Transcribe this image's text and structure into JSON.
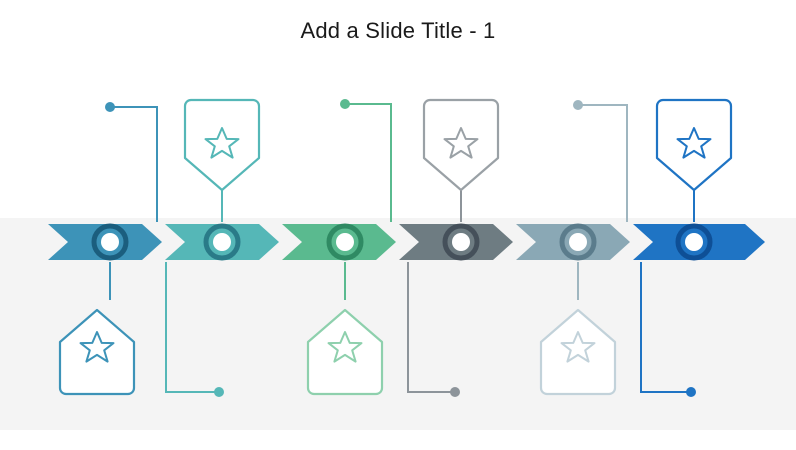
{
  "slide": {
    "title": "Add a Slide Title - 1",
    "background_color": "#ffffff",
    "band_color": "#f4f4f4"
  },
  "chart_data": {
    "type": "diagram",
    "title": "Add a Slide Title - 1",
    "description": "Six-step horizontal chevron timeline with alternating pentagon/shield callout shapes containing star icons, connected by elbow leader lines with round endpoint dots.",
    "steps": [
      {
        "index": 1,
        "color": "#3d93b8",
        "chevron_label": "",
        "callout_position": "below",
        "callout_icon": "star-icon",
        "leader_dot_position": "above-left"
      },
      {
        "index": 2,
        "color": "#55b7b7",
        "chevron_label": "",
        "callout_position": "above",
        "callout_icon": "star-icon",
        "leader_dot_position": "below-left"
      },
      {
        "index": 3,
        "color": "#5aba8f",
        "chevron_label": "",
        "callout_position": "below",
        "callout_icon": "star-icon",
        "leader_dot_position": "above-left"
      },
      {
        "index": 4,
        "color": "#6e7c82",
        "chevron_label": "",
        "callout_position": "above",
        "callout_icon": "star-icon",
        "leader_dot_position": "below-left"
      },
      {
        "index": 5,
        "color": "#8aa8b5",
        "chevron_label": "",
        "callout_position": "below",
        "callout_icon": "star-icon",
        "leader_dot_position": "above-left"
      },
      {
        "index": 6,
        "color": "#1f74c4",
        "chevron_label": "",
        "callout_position": "above",
        "callout_icon": "star-icon",
        "leader_dot_position": "below-left"
      }
    ]
  }
}
